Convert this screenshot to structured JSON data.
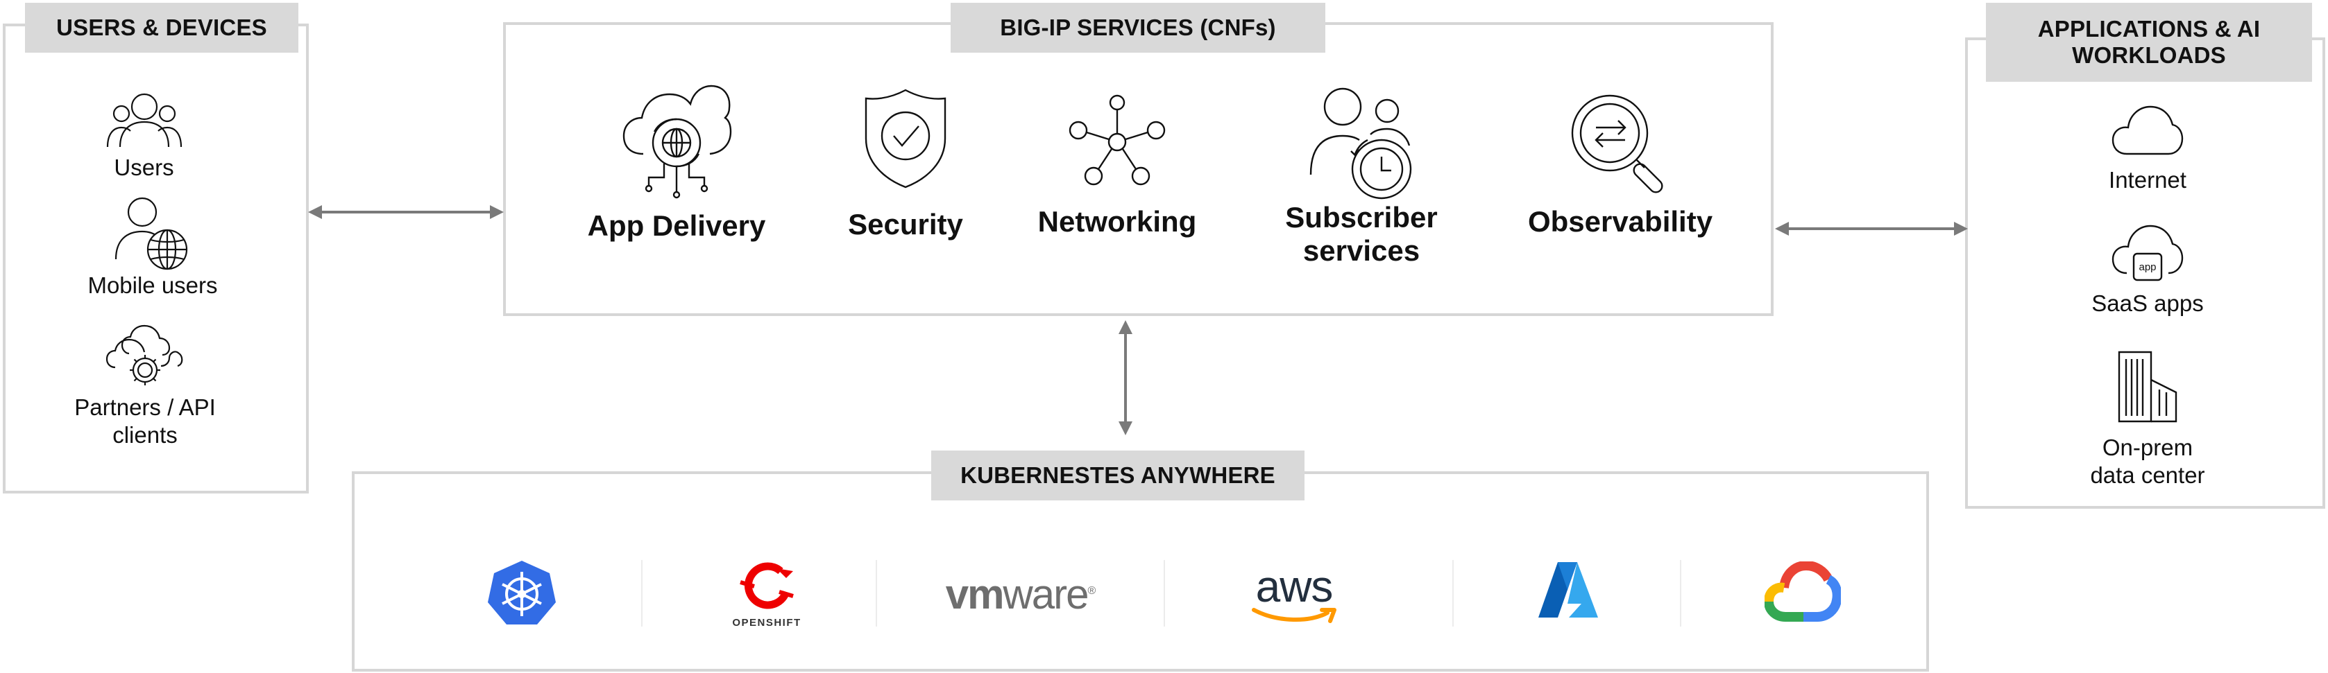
{
  "users_devices": {
    "title": "USERS & DEVICES",
    "items": [
      {
        "label": "Users",
        "icon": "users-group-icon"
      },
      {
        "label": "Mobile users",
        "icon": "mobile-user-globe-icon"
      },
      {
        "label": "Partners / API\nclients",
        "icon": "cloud-gear-icon"
      }
    ]
  },
  "big_ip": {
    "title": "BIG-IP SERVICES (CNFs)",
    "services": [
      {
        "label": "App Delivery",
        "icon": "cloud-globe-icon"
      },
      {
        "label": "Security",
        "icon": "shield-check-icon"
      },
      {
        "label": "Networking",
        "icon": "network-hub-icon"
      },
      {
        "label": "Subscriber\nservices",
        "icon": "subscriber-clock-icon"
      },
      {
        "label": "Observability",
        "icon": "magnifier-arrows-icon"
      }
    ]
  },
  "applications": {
    "title": "APPLICATIONS & AI\nWORKLOADS",
    "items": [
      {
        "label": "Internet",
        "icon": "cloud-icon"
      },
      {
        "label": "SaaS apps",
        "icon": "cloud-app-icon",
        "badge": "app"
      },
      {
        "label": "On-prem\ndata center",
        "icon": "building-icon"
      }
    ]
  },
  "kubernetes": {
    "title": "KUBERNESTES ANYWHERE",
    "logos": [
      {
        "name": "kubernetes-logo"
      },
      {
        "name": "openshift-logo",
        "text": "OPENSHIFT"
      },
      {
        "name": "vmware-logo",
        "text_a": "vm",
        "text_b": "ware"
      },
      {
        "name": "aws-logo",
        "text": "aws"
      },
      {
        "name": "azure-logo"
      },
      {
        "name": "google-cloud-logo"
      }
    ]
  },
  "colors": {
    "tag_bg": "#d9d9d9",
    "panel_border": "#d6d6d6",
    "arrow": "#7a7a7a",
    "kubernetes_blue": "#326ce5",
    "openshift_red": "#ee0000",
    "aws_orange": "#ff9900",
    "azure_blue": "#0078d4"
  }
}
